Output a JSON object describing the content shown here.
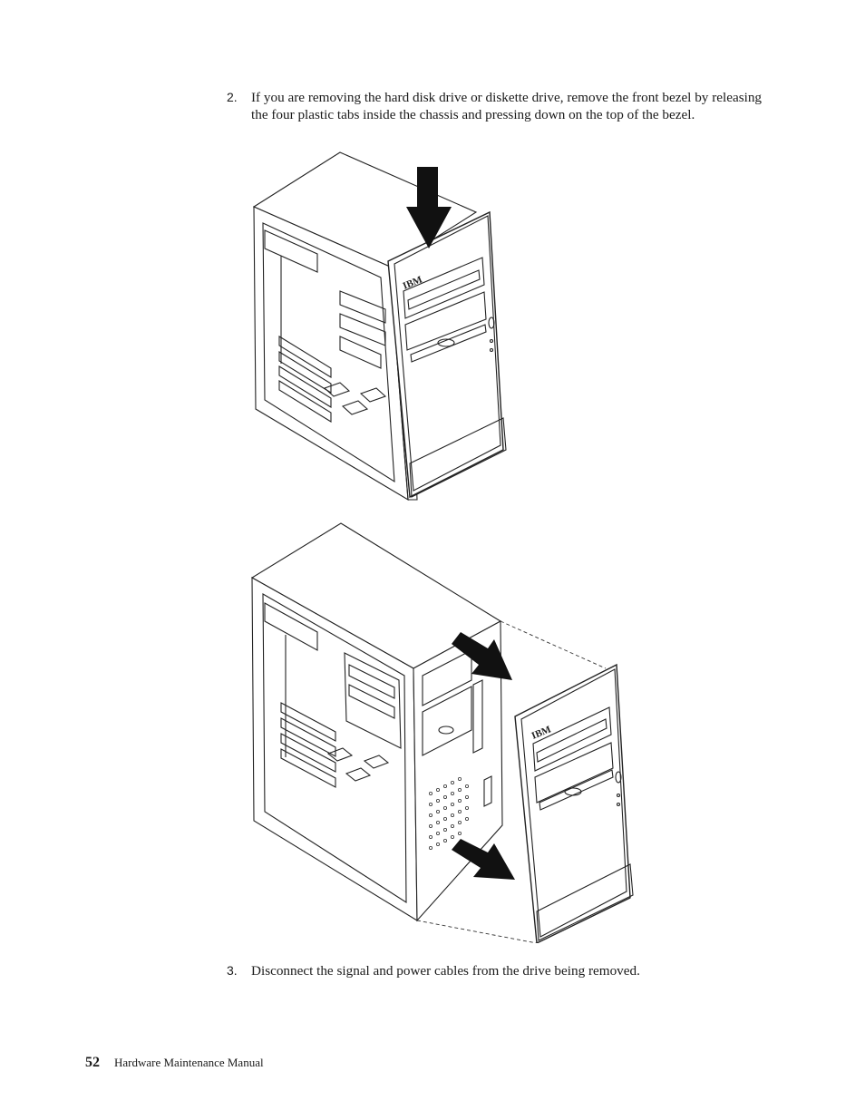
{
  "steps": [
    {
      "number": "2.",
      "text": "If you are removing the hard disk drive or diskette drive, remove the front bezel by releasing the four plastic tabs inside the chassis and pressing down on the top of the bezel."
    },
    {
      "number": "3.",
      "text": "Disconnect the signal and power cables from the drive being removed."
    }
  ],
  "figures": {
    "bezel_logo": "IBM"
  },
  "footer": {
    "page_number": "52",
    "title": "Hardware Maintenance Manual"
  }
}
